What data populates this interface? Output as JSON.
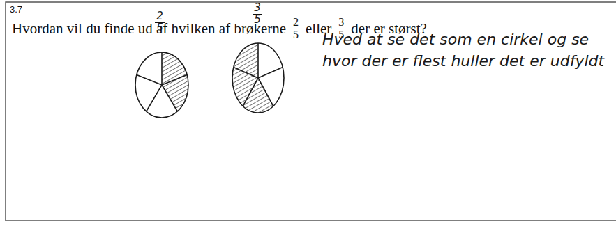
{
  "diagram": {
    "labels": [
      "3.7",
      "Hvordan vil du finde ud af hvilken af brøkerne",
      "2",
      "5",
      "eller",
      "3",
      "5",
      "der er størst?",
      "2",
      "5",
      "3",
      "5",
      "Hved at se det som en cirkel og se hvor der er flest huller det er udfyldt"
    ]
  }
}
